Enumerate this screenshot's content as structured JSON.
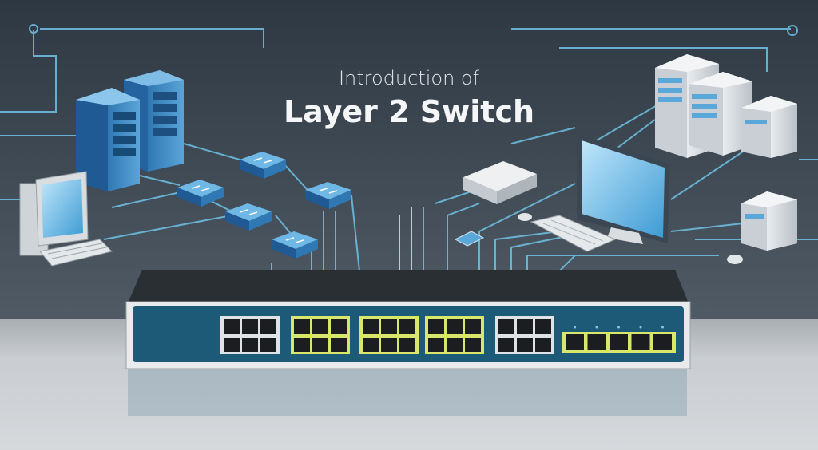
{
  "title": {
    "subtitle": "Introduction of",
    "main": "Layer 2 Switch"
  },
  "colors": {
    "background_top": "#2f3a44",
    "background_bottom": "#5b6670",
    "floor": "#c4c8cc",
    "circuit_line": "#6fc3e6",
    "switch_panel": "#1d5a78",
    "switch_top": "#2a2f34",
    "port_highlight": "#d8e66a"
  },
  "switch": {
    "port_groups": 5,
    "ports_per_group": 6,
    "uplink_ports": 5
  }
}
